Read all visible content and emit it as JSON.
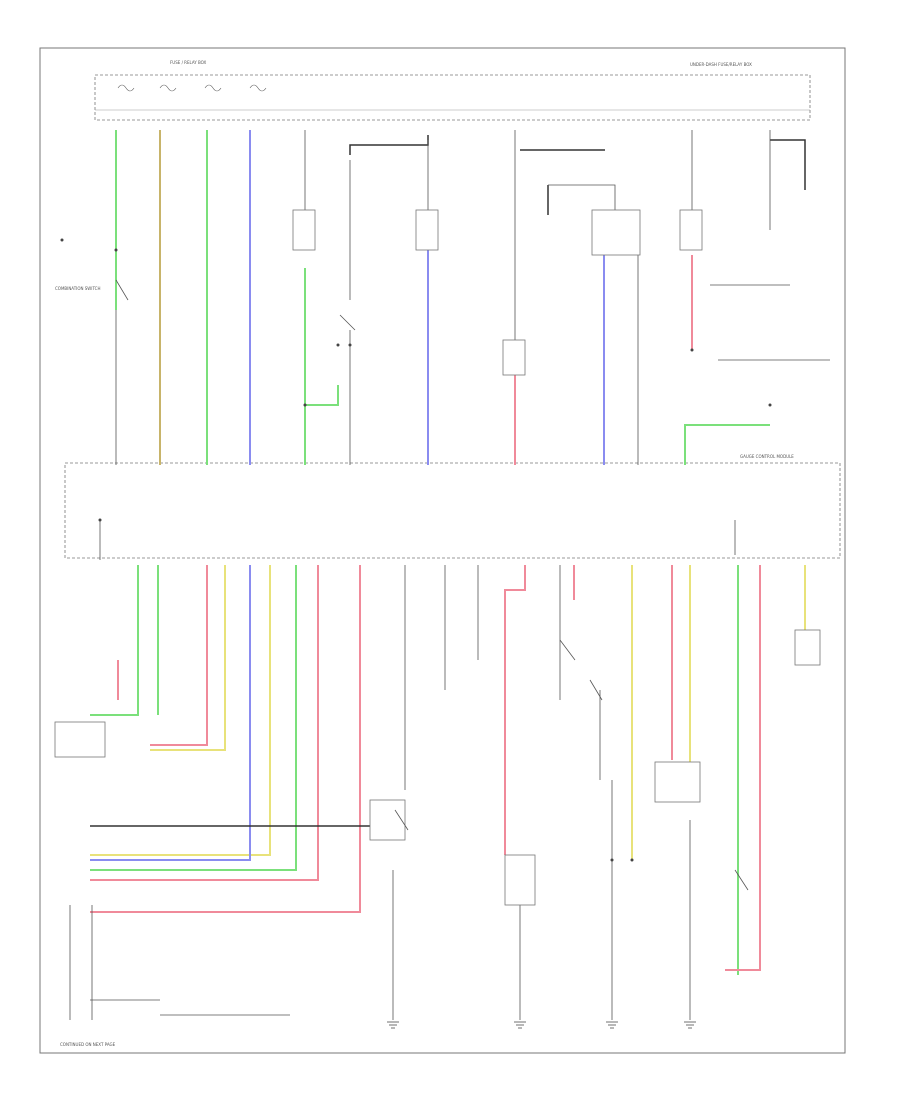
{
  "colors": {
    "green": "#7be07b",
    "tan": "#c8b46a",
    "blue": "#8a8cf0",
    "pink": "#f08a9a",
    "yellow": "#e8e27a",
    "dark": "#333333",
    "frame": "#777777"
  },
  "labels": {
    "top_box": "FUSE / RELAY BOX",
    "top_right": "UNDER-DASH FUSE/RELAY BOX",
    "ecm_box": "GAUGE CONTROL MODULE",
    "combination_switch": "COMBINATION SWITCH",
    "footer": "CONTINUED ON NEXT PAGE"
  },
  "icons": [
    "ground-symbol",
    "switch-symbol",
    "relay-coil-symbol",
    "connector-symbol"
  ]
}
